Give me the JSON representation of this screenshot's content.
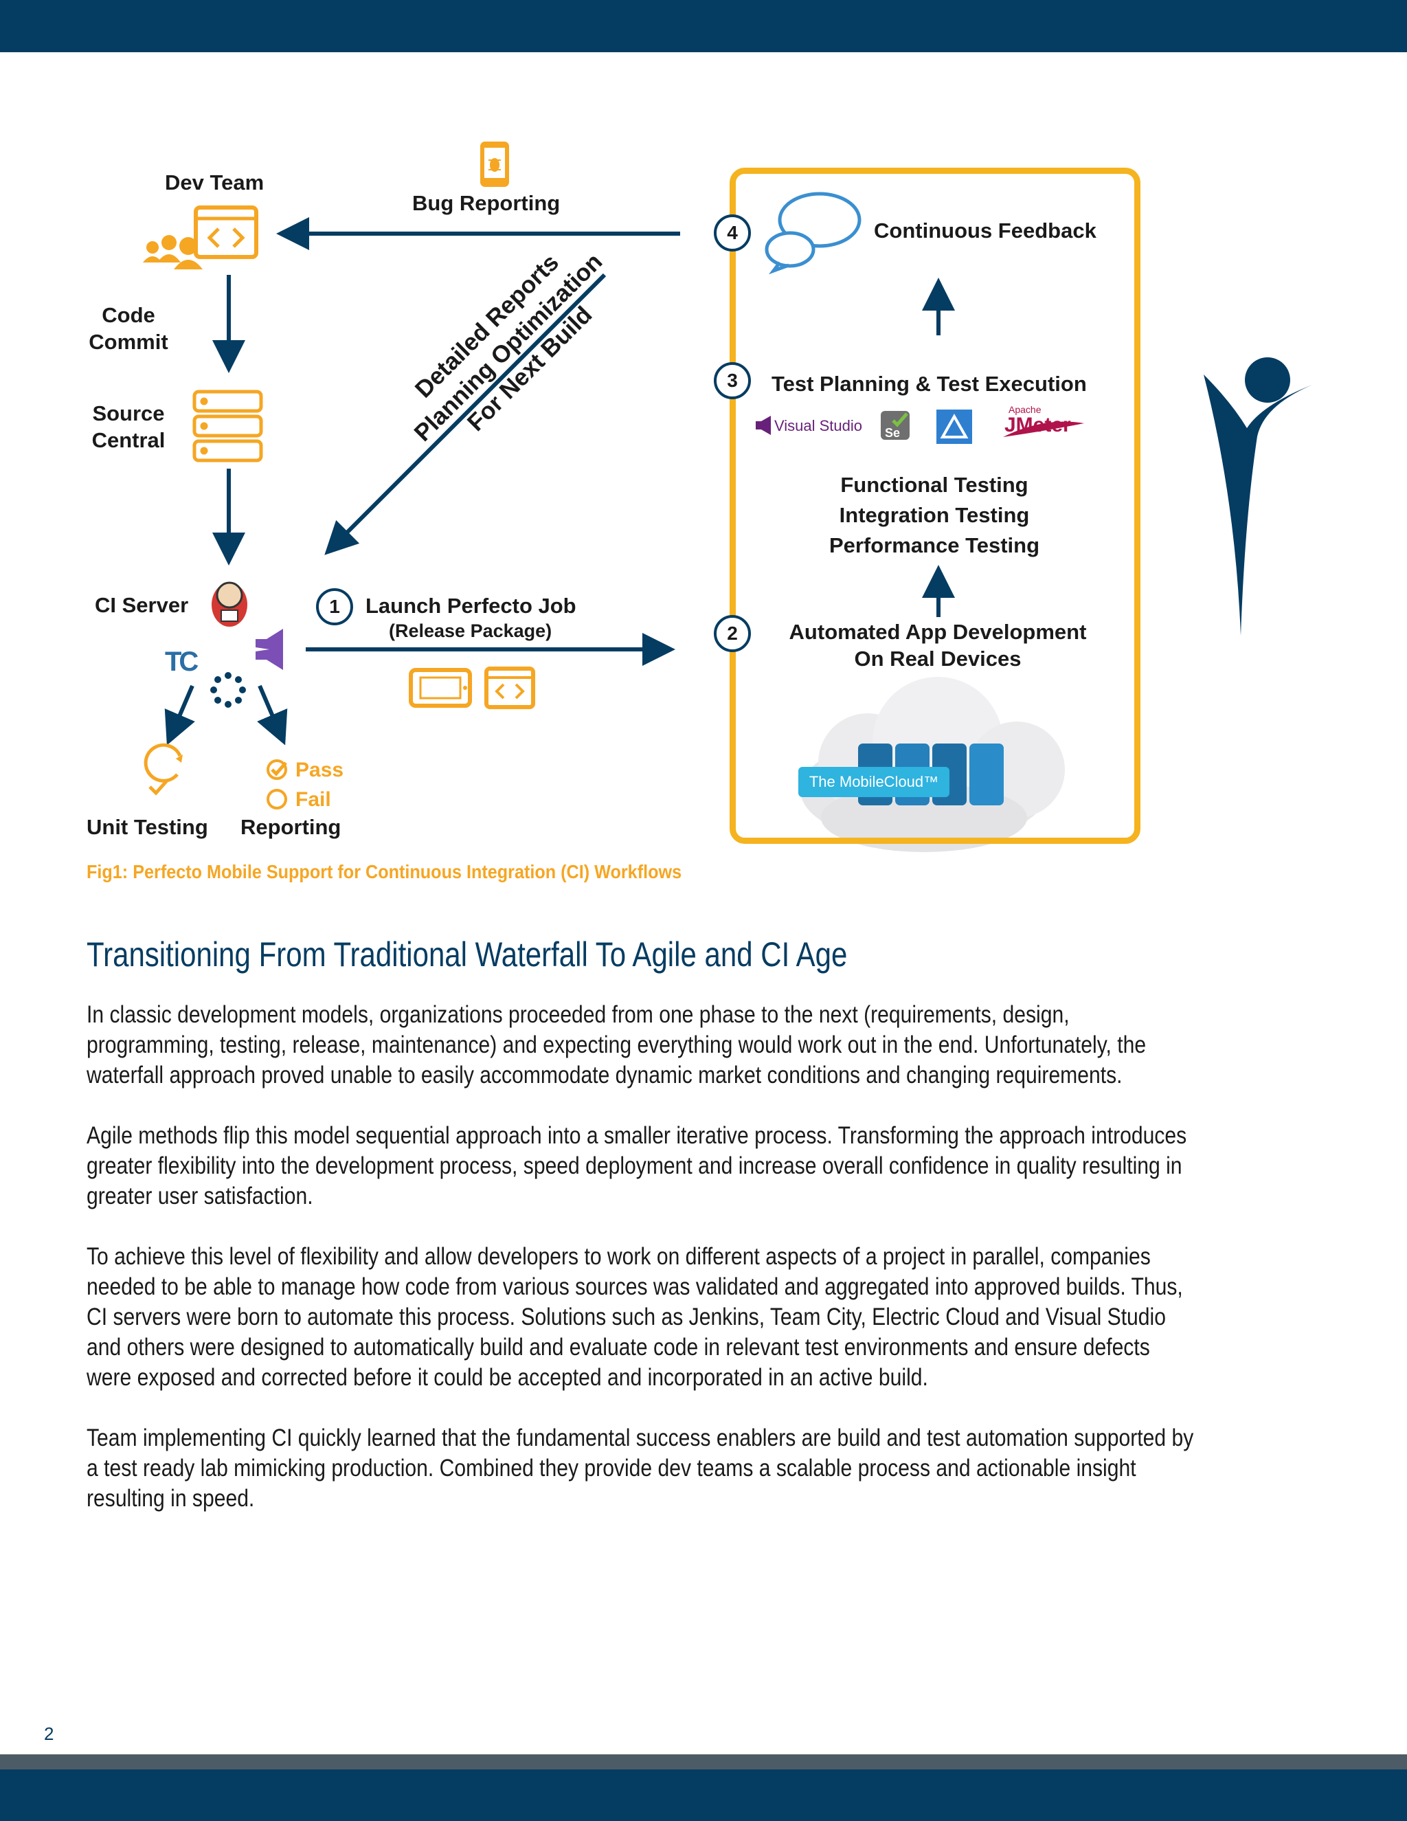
{
  "diagram": {
    "dev_team": "Dev Team",
    "bug_reporting": "Bug Reporting",
    "code_commit": "Code\nCommit",
    "source_central": "Source\nCentral",
    "ci_server": "CI Server",
    "diag_line1": "Detailed Reports",
    "diag_line2": "Planning Optimization",
    "diag_line3": "For Next Build",
    "step1_num": "1",
    "step1_title": "Launch Perfecto Job",
    "step1_sub": "(Release Package)",
    "step2_num": "2",
    "step2_text": "Automated App Development\nOn Real Devices",
    "step3_num": "3",
    "step3_text": "Test Planning & Test Execution",
    "step4_num": "4",
    "step4_text": "Continuous Feedback",
    "testing_types": "Functional Testing\nIntegration Testing\nPerformance Testing",
    "pass": "Pass",
    "fail": "Fail",
    "unit_testing": "Unit Testing",
    "reporting": "Reporting",
    "tc_logo": "TC",
    "visual_studio": "Visual Studio",
    "se_logo": "Se",
    "jmeter_top": "Apache",
    "jmeter": "JMeter",
    "mobilecloud": "The MobileCloud™"
  },
  "caption": "Fig1: Perfecto Mobile Support for Continuous Integration (CI) Workflows",
  "heading": "Transitioning From Traditional Waterfall To Agile and CI Age",
  "paragraphs": [
    "In classic development models, organizations proceeded from one phase to the next (requirements, design, programming, testing, release, maintenance) and expecting everything would work out in the end. Unfortunately, the waterfall approach proved unable to easily accommodate dynamic market conditions and changing requirements.",
    "Agile methods flip this model sequential approach into a smaller iterative process. Transforming the approach introduces greater flexibility into the development process, speed deployment and increase overall confidence in quality resulting in greater user satisfaction.",
    "To achieve this level of flexibility and allow developers to work on different aspects of a project in parallel, companies needed to be able to manage how code from various sources was validated and aggregated into approved builds. Thus, CI servers were born to automate this process. Solutions such as Jenkins, Team City, Electric Cloud and Visual Studio and others were designed to automatically build and evaluate code in relevant test environments and ensure defects were exposed and corrected before it could be accepted and incorporated in an active build.",
    "Team implementing CI quickly learned that the fundamental success enablers are build and test automation supported by a test ready lab mimicking production. Combined they provide dev teams a scalable process and actionable insight resulting in speed."
  ],
  "page_number": "2",
  "colors": {
    "navy": "#053c62",
    "gold": "#f5a623",
    "grey_strip": "#4d5b66"
  }
}
